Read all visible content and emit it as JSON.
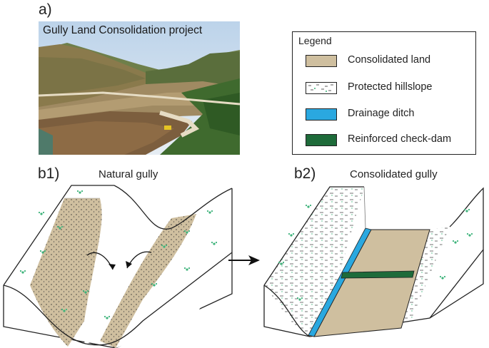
{
  "panel_a": {
    "label": "a)",
    "photo_title": "Gully Land Consolidation project"
  },
  "legend": {
    "title": "Legend",
    "items": [
      {
        "label": "Consolidated land",
        "color": "#cfbf9f"
      },
      {
        "label": "Protected hillslope",
        "color": "#ffffff"
      },
      {
        "label": "Drainage ditch",
        "color": "#2aa8e0"
      },
      {
        "label": "Reinforced check-dam",
        "color": "#1e6b3a"
      }
    ]
  },
  "panel_b1": {
    "label": "b1)",
    "title": "Natural gully"
  },
  "panel_b2": {
    "label": "b2)",
    "title": "Consolidated gully"
  },
  "colors": {
    "land": "#cfbf9f",
    "ditch": "#2aa8e0",
    "dam": "#1e6b3a",
    "grass": "#3db37a"
  }
}
